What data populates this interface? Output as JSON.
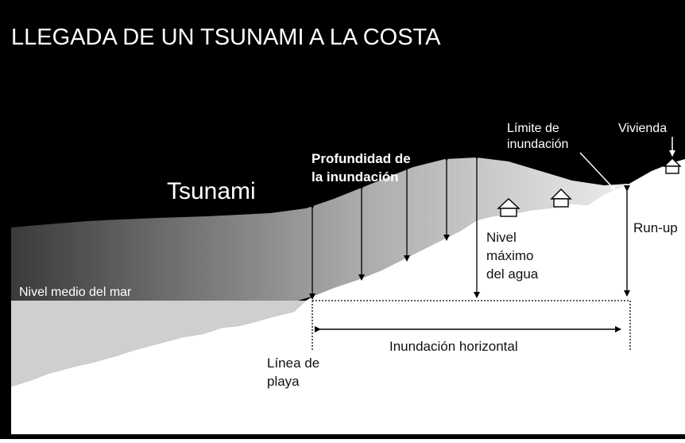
{
  "title": "LLEGADA DE UN TSUNAMI A LA COSTA",
  "labels": {
    "tsunami": "Tsunami",
    "depth_line1": "Profundidad de",
    "depth_line2": "la inundación",
    "limit_line1": "Límite de",
    "limit_line2": "inundación",
    "house": "Vivienda",
    "runup": "Run-up",
    "max_level_line1": "Nivel",
    "max_level_line2": "máximo",
    "max_level_line3": "del agua",
    "mean_sea_level": "Nivel medio del mar",
    "horizontal_flood": "Inundación horizontal",
    "beach_line1": "Línea de",
    "beach_line2": "playa"
  },
  "colors": {
    "background": "#000000",
    "land": "#ffffff",
    "sea": "#cfcfcf",
    "wave_dark": "#3a3a3a",
    "wave_light": "#e0e0e0"
  }
}
